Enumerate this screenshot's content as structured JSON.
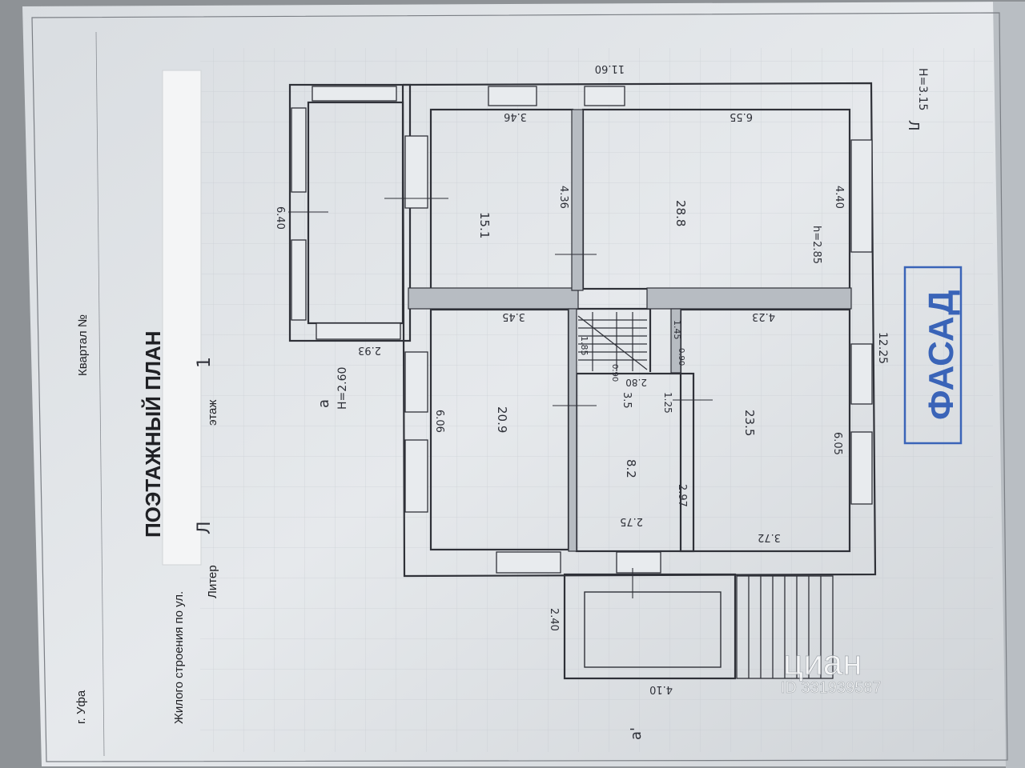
{
  "header": {
    "city": "г. Уфа",
    "block_label": "Квартал №",
    "building_label": "Жилого строения по ул.",
    "title": "ПОЭТАЖНЫЙ ПЛАН",
    "liter_label": "Литер",
    "liter_value": "Л",
    "floor_label": "этаж",
    "floor_value": "1"
  },
  "stamp": {
    "text": "ФАСАД",
    "color": "#3a64b8"
  },
  "watermark": {
    "brand": "циан",
    "id": "ID 331939587"
  },
  "sections": {
    "main": "Л",
    "main_height": "H=3.15",
    "annex": "а",
    "annex_height": "H=2.60",
    "porch": "а'"
  },
  "rooms": [
    {
      "id": "room-15-1",
      "area": "15.1",
      "width": "3.46",
      "length": "4.36"
    },
    {
      "id": "room-28-8",
      "area": "28.8",
      "width": "6.55",
      "length": "4.40",
      "height": "h=2.85"
    },
    {
      "id": "room-20-9",
      "area": "20.9",
      "width": "3.45",
      "length": "6.06"
    },
    {
      "id": "room-8-2",
      "area": "8.2",
      "width": "2.75",
      "length": "2.97"
    },
    {
      "id": "room-3-5",
      "area": "3.5",
      "width": "2.80",
      "length": "1.25"
    },
    {
      "id": "room-23-5",
      "area": "23.5",
      "width": "4.23",
      "length": "6.05",
      "bottom": "3.72"
    }
  ],
  "dimensions": {
    "top_total": "11.60",
    "right_total": "12.25",
    "annex_length": "6.40",
    "annex_width": "2.93",
    "porch_length": "2.40",
    "porch_width": "4.10",
    "stair_a": "1.85",
    "stair_b": "1.45",
    "stair_c": "0.90",
    "stair_d": "0.90"
  }
}
